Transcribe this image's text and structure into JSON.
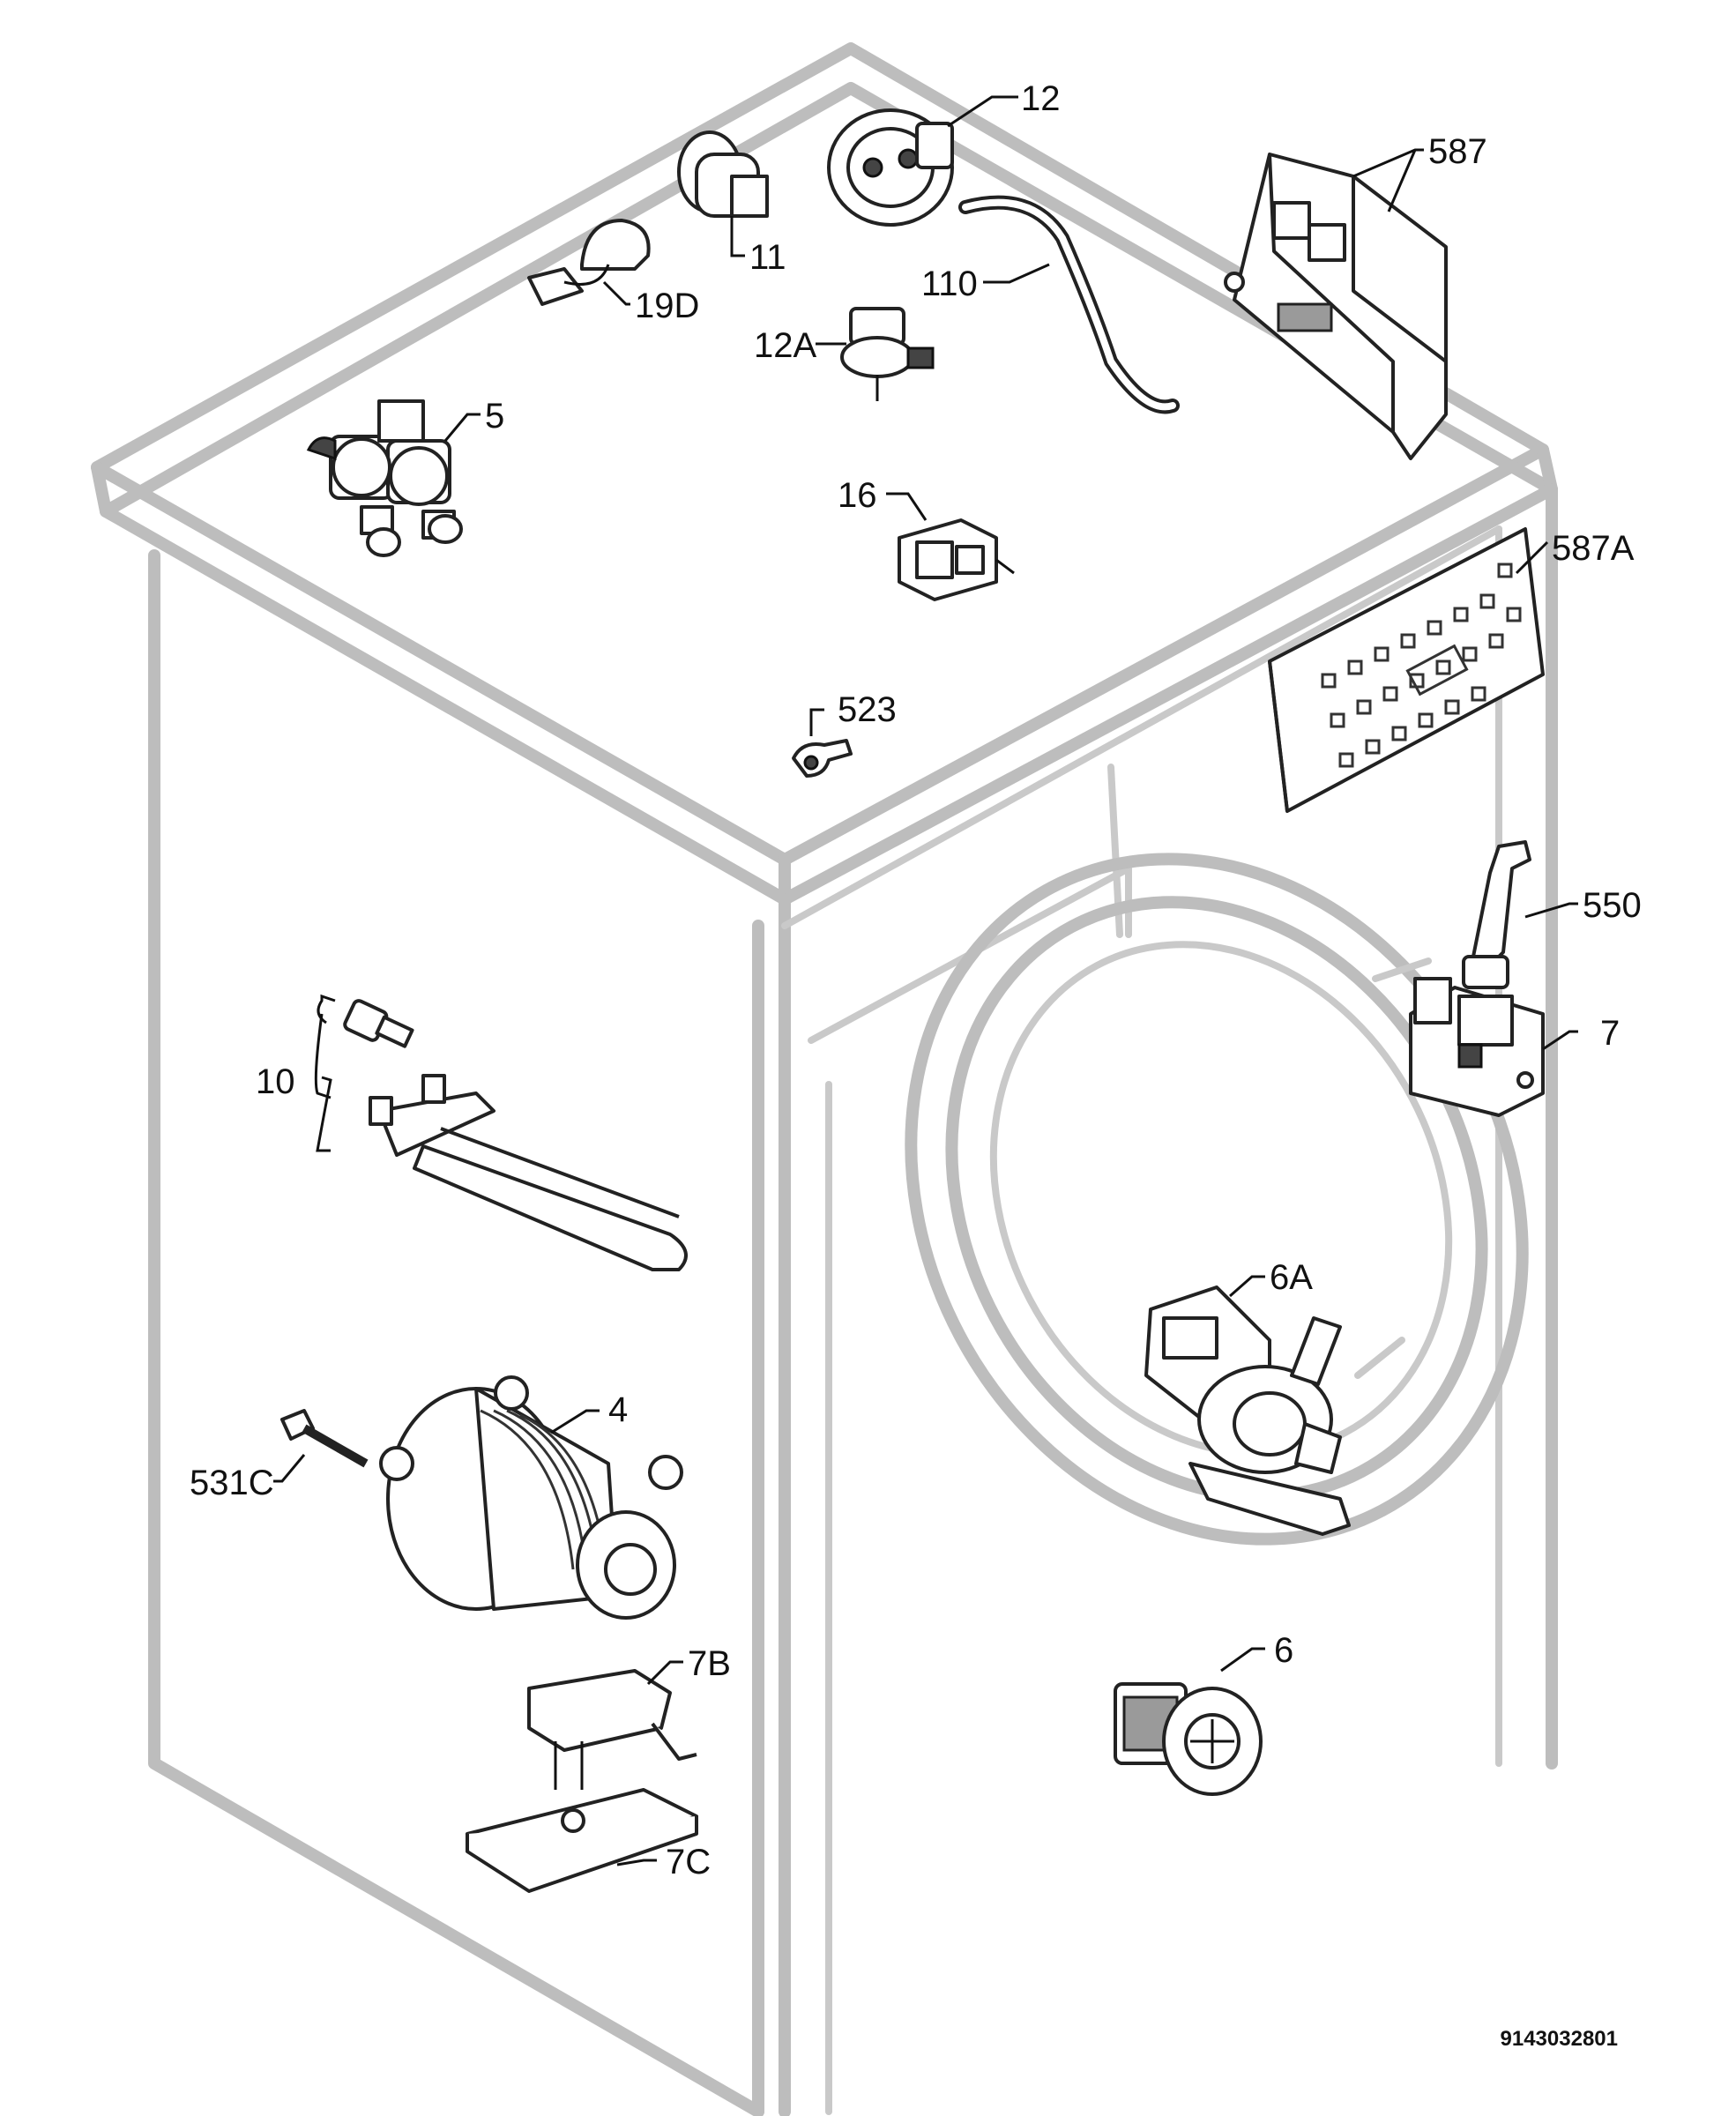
{
  "diagram": {
    "drawing_number": "9143032801",
    "parts": [
      {
        "id": "12",
        "label": "12"
      },
      {
        "id": "587",
        "label": "587"
      },
      {
        "id": "11",
        "label": "11"
      },
      {
        "id": "110",
        "label": "110"
      },
      {
        "id": "19D",
        "label": "19D"
      },
      {
        "id": "12A",
        "label": "12A"
      },
      {
        "id": "5",
        "label": "5"
      },
      {
        "id": "16",
        "label": "16"
      },
      {
        "id": "587A",
        "label": "587A"
      },
      {
        "id": "523",
        "label": "523"
      },
      {
        "id": "550",
        "label": "550"
      },
      {
        "id": "7",
        "label": "7"
      },
      {
        "id": "10",
        "label": "10"
      },
      {
        "id": "6A",
        "label": "6A"
      },
      {
        "id": "4",
        "label": "4"
      },
      {
        "id": "531C",
        "label": "531C"
      },
      {
        "id": "6",
        "label": "6"
      },
      {
        "id": "7B",
        "label": "7B"
      },
      {
        "id": "7C",
        "label": "7C"
      }
    ]
  }
}
